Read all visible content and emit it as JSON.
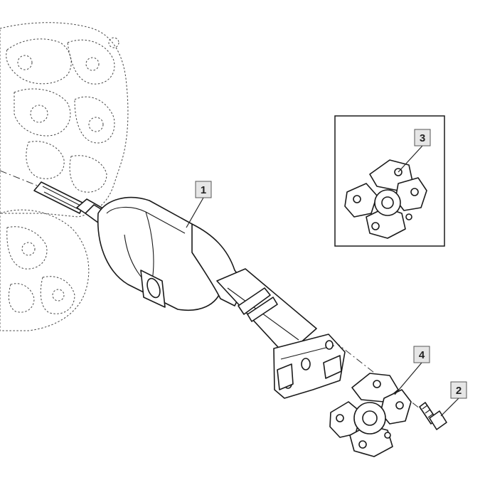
{
  "diagram": {
    "callouts": [
      {
        "id": "1",
        "label": "1"
      },
      {
        "id": "2",
        "label": "2"
      },
      {
        "id": "3",
        "label": "3"
      },
      {
        "id": "4",
        "label": "4"
      }
    ],
    "colors": {
      "line": "#1a1a1a",
      "callout_fill": "#e6e6e6",
      "background": "#ffffff"
    }
  }
}
